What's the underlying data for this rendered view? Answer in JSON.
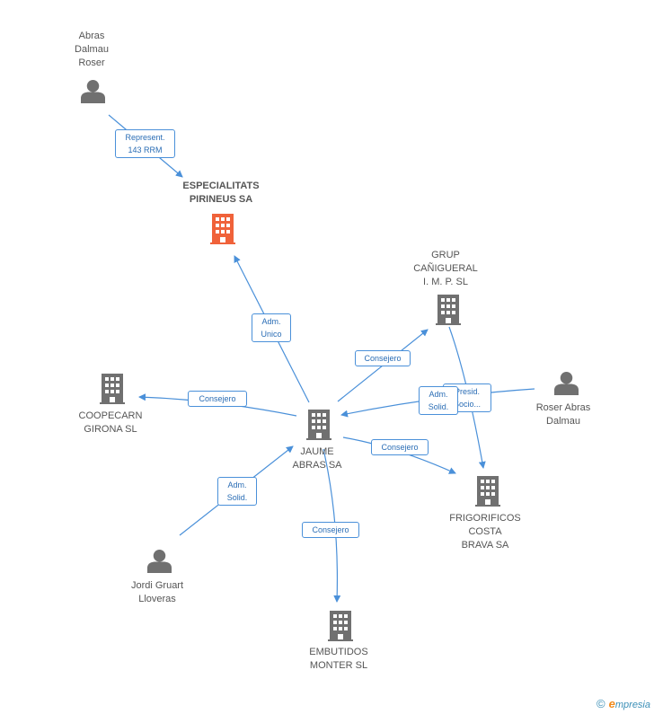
{
  "colors": {
    "edge": "#4a90d9",
    "company": "#707070",
    "main_company": "#f0623a",
    "person": "#707070"
  },
  "nodes": {
    "abras_dalmau_roser": {
      "label": "Abras\nDalmau\nRoser",
      "icon": "person-icon"
    },
    "especialitats": {
      "label": "ESPECIALITATS\nPIRINEUS SA",
      "icon": "building-icon"
    },
    "grup_canigueral": {
      "label": "GRUP\nCAÑIGUERAL\nI. M. P. SL",
      "icon": "building-icon"
    },
    "coopecarn": {
      "label": "COOPECARN\nGIRONA SL",
      "icon": "building-icon"
    },
    "jaume_abras": {
      "label": "JAUME\nABRAS SA",
      "icon": "building-icon"
    },
    "roser_abras_dalmau": {
      "label": "Roser Abras\nDalmau",
      "icon": "person-icon"
    },
    "frigorificos": {
      "label": "FRIGORIFICOS\nCOSTA\nBRAVA SA",
      "icon": "building-icon"
    },
    "jordi_gruart": {
      "label": "Jordi Gruart\nLloveras",
      "icon": "person-icon"
    },
    "embutidos": {
      "label": "EMBUTIDOS\nMONTER SL",
      "icon": "building-icon"
    }
  },
  "edges": {
    "represent": "Represent.\n143 RRM",
    "adm_unico": "Adm.\nUnico",
    "consejero_grup": "Consejero",
    "presid_socio": "Presid.\nSocio...",
    "adm_solid_roser": "Adm.\nSolid.",
    "consejero_coopecarn": "Consejero",
    "consejero_frigorificos": "Consejero",
    "adm_solid_jordi": "Adm.\nSolid.",
    "consejero_embutidos": "Consejero"
  },
  "brand": {
    "copyright": "©",
    "name_first": "e",
    "name_rest": "mpresia"
  }
}
